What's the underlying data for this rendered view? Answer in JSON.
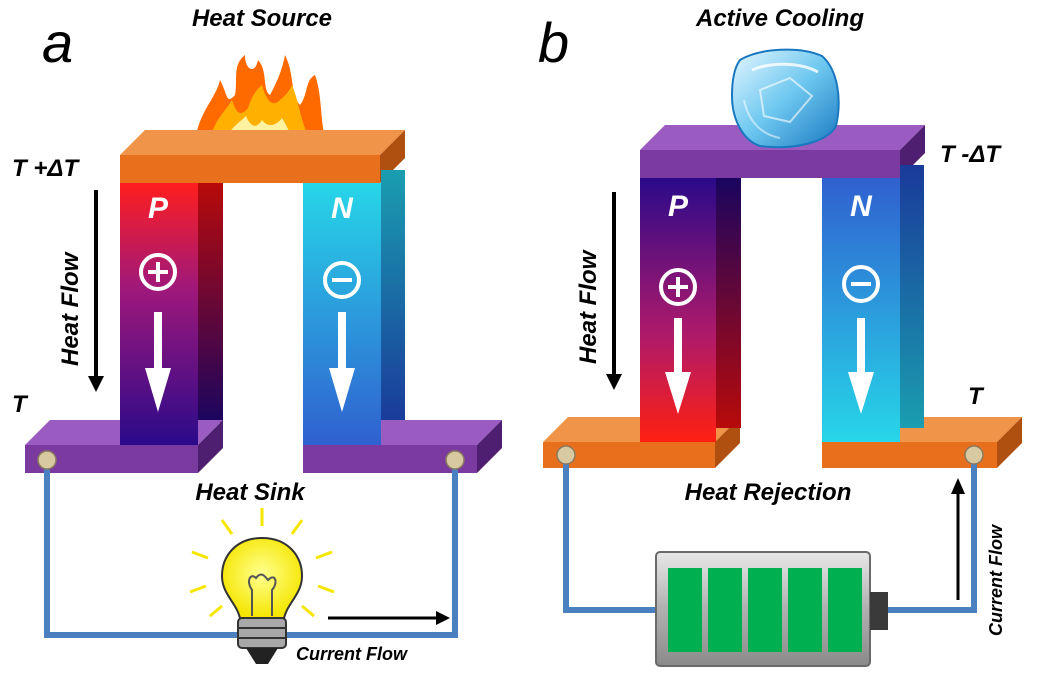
{
  "panel_a": {
    "letter": "a",
    "title": "Heat Source",
    "hot_temp": "T +ΔT",
    "cold_temp": "T",
    "heat_flow": "Heat Flow",
    "p_leg": "P",
    "n_leg": "N",
    "bottom_label": "Heat Sink",
    "current_label": "Current Flow",
    "load": "lightbulb-icon"
  },
  "panel_b": {
    "letter": "b",
    "title": "Active Cooling",
    "cold_temp": "T -ΔT",
    "ambient_temp": "T",
    "heat_flow": "Heat Flow",
    "p_leg": "P",
    "n_leg": "N",
    "bottom_label": "Heat Rejection",
    "current_label": "Current Flow",
    "source": "battery-icon",
    "battery_cells": 5
  },
  "colors": {
    "orange": "#e8701c",
    "purple": "#7a3aa0",
    "wire": "#4a7fc0",
    "battery_cell": "#00b050"
  }
}
